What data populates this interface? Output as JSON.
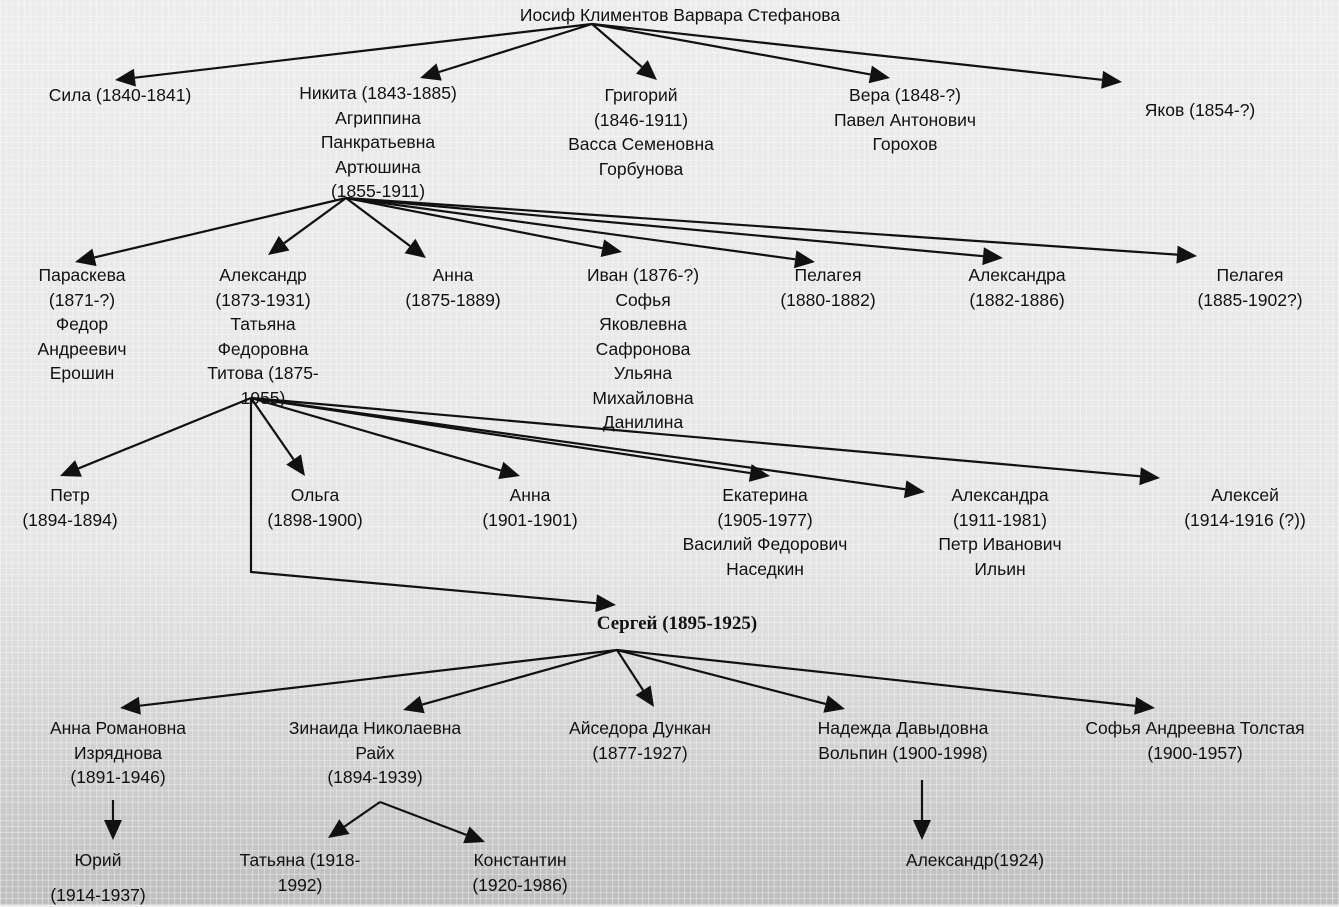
{
  "title": "Иосиф Климентов  Варвара Стефанова",
  "nodes": {
    "root": [
      "Иосиф Климентов  Варвара Стефанова"
    ],
    "sila": [
      "Сила (1840-1841)"
    ],
    "nikita": [
      "Никита (1843-1885)",
      "Агриппина",
      "Панкратьевна",
      "Артюшина",
      "(1855-1911)"
    ],
    "grigoriy": [
      "Григорий",
      "(1846-1911)",
      "Васса Семеновна",
      "Горбунова"
    ],
    "vera": [
      "Вера (1848-?)",
      "Павел Антонович",
      "Горохов"
    ],
    "yakov": [
      "Яков (1854-?)"
    ],
    "paraskeva": [
      "Параскева",
      "(1871-?)",
      "Федор",
      "Андреевич",
      "Ерошин"
    ],
    "aleksandr": [
      "Александр",
      "(1873-1931)",
      "Татьяна",
      "Федоровна",
      "Титова (1875-",
      "1955)"
    ],
    "anna1": [
      "Анна",
      "(1875-1889)"
    ],
    "ivan": [
      "Иван (1876-?)",
      "Софья",
      "Яковлевна",
      "Сафронова",
      "Ульяна",
      "Михайловна",
      "Данилина"
    ],
    "pelageya1": [
      "Пелагея",
      "(1880-1882)"
    ],
    "aleksandra1": [
      "Александра",
      "(1882-1886)"
    ],
    "pelageya2": [
      "Пелагея",
      "(1885-1902?)"
    ],
    "petr": [
      "Петр",
      "(1894-1894)"
    ],
    "olga": [
      "Ольга",
      "(1898-1900)"
    ],
    "anna2": [
      "Анна",
      "(1901-1901)"
    ],
    "ekaterina": [
      "Екатерина",
      "(1905-1977)",
      "Василий Федорович",
      "Наседкин"
    ],
    "aleksandra2": [
      "Александра",
      "(1911-1981)",
      "Петр Иванович",
      "Ильин"
    ],
    "aleksey": [
      "Алексей",
      "(1914-1916 (?))"
    ],
    "sergey": [
      "Сергей (1895-1925)"
    ],
    "izryadnova": [
      "Анна Романовна",
      "Изряднова",
      "(1891-1946)"
    ],
    "raikh": [
      "Зинаида Николаевна",
      "Райх",
      "(1894-1939)"
    ],
    "duncan": [
      "Айседора Дункан",
      "(1877-1927)"
    ],
    "volpin": [
      "Надежда Давыдовна",
      "Вольпин (1900-1998)"
    ],
    "tolstaya": [
      "Софья Андреевна Толстая",
      "(1900-1957)"
    ],
    "yuriy": [
      "Юрий",
      "(1914-1937)"
    ],
    "tatyana": [
      "Татьяна (1918-",
      "1992)"
    ],
    "konstantin": [
      "Константин",
      "(1920-1986)"
    ],
    "aleksandr2": [
      "Александр(1924)"
    ]
  },
  "edges": [
    [
      "root",
      "sila"
    ],
    [
      "root",
      "nikita"
    ],
    [
      "root",
      "grigoriy"
    ],
    [
      "root",
      "vera"
    ],
    [
      "root",
      "yakov"
    ],
    [
      "nikita",
      "paraskeva"
    ],
    [
      "nikita",
      "aleksandr"
    ],
    [
      "nikita",
      "anna1"
    ],
    [
      "nikita",
      "ivan"
    ],
    [
      "nikita",
      "pelageya1"
    ],
    [
      "nikita",
      "aleksandra1"
    ],
    [
      "nikita",
      "pelageya2"
    ],
    [
      "aleksandr",
      "petr"
    ],
    [
      "aleksandr",
      "olga"
    ],
    [
      "aleksandr",
      "anna2"
    ],
    [
      "aleksandr",
      "ekaterina"
    ],
    [
      "aleksandr",
      "aleksandra2"
    ],
    [
      "aleksandr",
      "aleksey"
    ],
    [
      "aleksandr",
      "sergey"
    ],
    [
      "sergey",
      "izryadnova"
    ],
    [
      "sergey",
      "raikh"
    ],
    [
      "sergey",
      "duncan"
    ],
    [
      "sergey",
      "volpin"
    ],
    [
      "sergey",
      "tolstaya"
    ],
    [
      "izryadnova",
      "yuriy"
    ],
    [
      "raikh",
      "tatyana"
    ],
    [
      "raikh",
      "konstantin"
    ],
    [
      "volpin",
      "aleksandr2"
    ]
  ]
}
